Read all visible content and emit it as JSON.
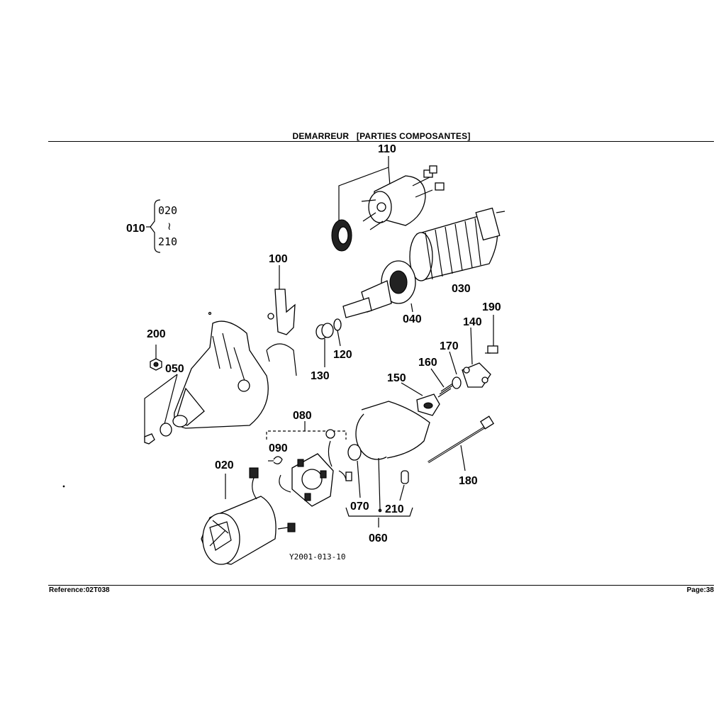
{
  "header": {
    "title": "DEMARREUR   [PARTIES COMPOSANTES]"
  },
  "footer": {
    "reference": "Reference:02T038",
    "page": "Page:38"
  },
  "diagram": {
    "drawing_code": "Y2001-013-10",
    "assembly": {
      "label": "010",
      "range_start": "020",
      "range_end": "210",
      "range_symbol": "≀"
    },
    "labels": {
      "p020": "020",
      "p030": "030",
      "p040": "040",
      "p050": "050",
      "p060": "060",
      "p070": "070",
      "p080": "080",
      "p090": "090",
      "p100": "100",
      "p110": "110",
      "p120": "120",
      "p130": "130",
      "p140": "140",
      "p150": "150",
      "p160": "160",
      "p170": "170",
      "p180": "180",
      "p190": "190",
      "p200": "200",
      "p210": "210"
    }
  }
}
